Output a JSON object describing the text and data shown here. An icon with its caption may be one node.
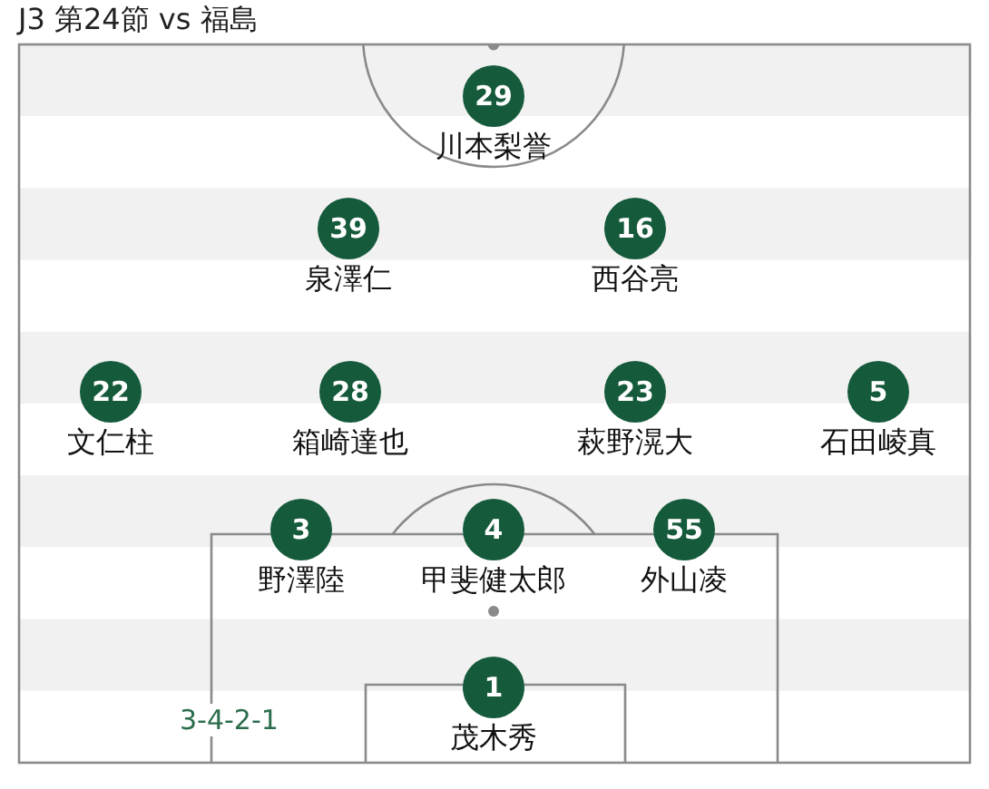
{
  "diagram": {
    "title": "J3 第24節 vs 福島",
    "nodes": [
      {
        "text": [
          "29"
        ],
        "beside": [
          "川本梨誉"
        ]
      },
      {
        "text": [
          "39"
        ],
        "beside": [
          "泉澤仁"
        ]
      },
      {
        "text": [
          "16"
        ],
        "beside": [
          "西谷亮"
        ]
      },
      {
        "text": [
          "22"
        ],
        "beside": [
          "文仁柱"
        ]
      },
      {
        "text": [
          "28"
        ],
        "beside": [
          "箱崎達也"
        ]
      },
      {
        "text": [
          "23"
        ],
        "beside": [
          "萩野滉大"
        ]
      },
      {
        "text": [
          "5"
        ],
        "beside": [
          "石田崚真"
        ]
      },
      {
        "text": [
          "3"
        ],
        "beside": [
          "野澤陸"
        ]
      },
      {
        "text": [
          "4"
        ],
        "beside": [
          "甲斐健太郎"
        ]
      },
      {
        "text": [
          "55"
        ],
        "beside": [
          "外山凌"
        ]
      },
      {
        "text": [
          "1"
        ],
        "beside": [
          "茂木秀"
        ]
      }
    ],
    "labels": [
      "3-4-2-1"
    ]
  }
}
